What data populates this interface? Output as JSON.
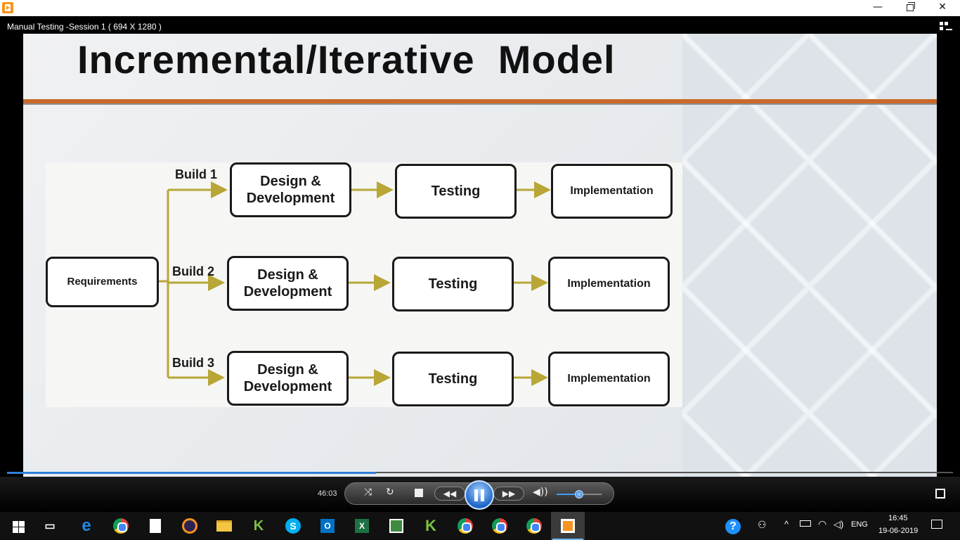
{
  "window": {
    "minimize_glyph": "—",
    "close_glyph": "✕"
  },
  "player": {
    "video_title": "Manual Testing -Session 1 ( 694 X 1280 )",
    "elapsed": "46:03",
    "progress_fraction": 0.39,
    "volume_fraction": 0.5
  },
  "slide": {
    "title": "Incremental/Iterative  Model",
    "accent_color": "#c96a2a",
    "arrow_color": "#b8a636",
    "requirements": "Requirements",
    "builds": [
      {
        "label": "Build 1",
        "design": "Design &\nDevelopment",
        "testing": "Testing",
        "implementation": "Implementation"
      },
      {
        "label": "Build 2",
        "design": "Design &\nDevelopment",
        "testing": "Testing",
        "implementation": "Implementation"
      },
      {
        "label": "Build 3",
        "design": "Design &\nDevelopment",
        "testing": "Testing",
        "implementation": "Implementation"
      }
    ]
  },
  "controls": {
    "shuffle_icon": "shuffle-icon",
    "repeat_icon": "repeat-icon",
    "stop_icon": "stop-icon",
    "previous_glyph": "◀◀",
    "next_glyph": "▶▶",
    "mute_glyph": "◀))",
    "shuffle_glyph": "⤨",
    "repeat_glyph": "↻"
  },
  "taskbar": {
    "apps": [
      {
        "name": "task-view"
      },
      {
        "name": "edge"
      },
      {
        "name": "chrome"
      },
      {
        "name": "notepad"
      },
      {
        "name": "eclipse"
      },
      {
        "name": "file-explorer"
      },
      {
        "name": "app-k"
      },
      {
        "name": "skype"
      },
      {
        "name": "outlook"
      },
      {
        "name": "excel"
      },
      {
        "name": "app-chart"
      },
      {
        "name": "app-k2"
      },
      {
        "name": "chrome-2"
      },
      {
        "name": "chrome-3"
      },
      {
        "name": "chrome-4"
      },
      {
        "name": "media-player"
      }
    ],
    "language": "ENG",
    "time": "16:45",
    "date": "19-06-2019",
    "help_glyph": "?"
  }
}
